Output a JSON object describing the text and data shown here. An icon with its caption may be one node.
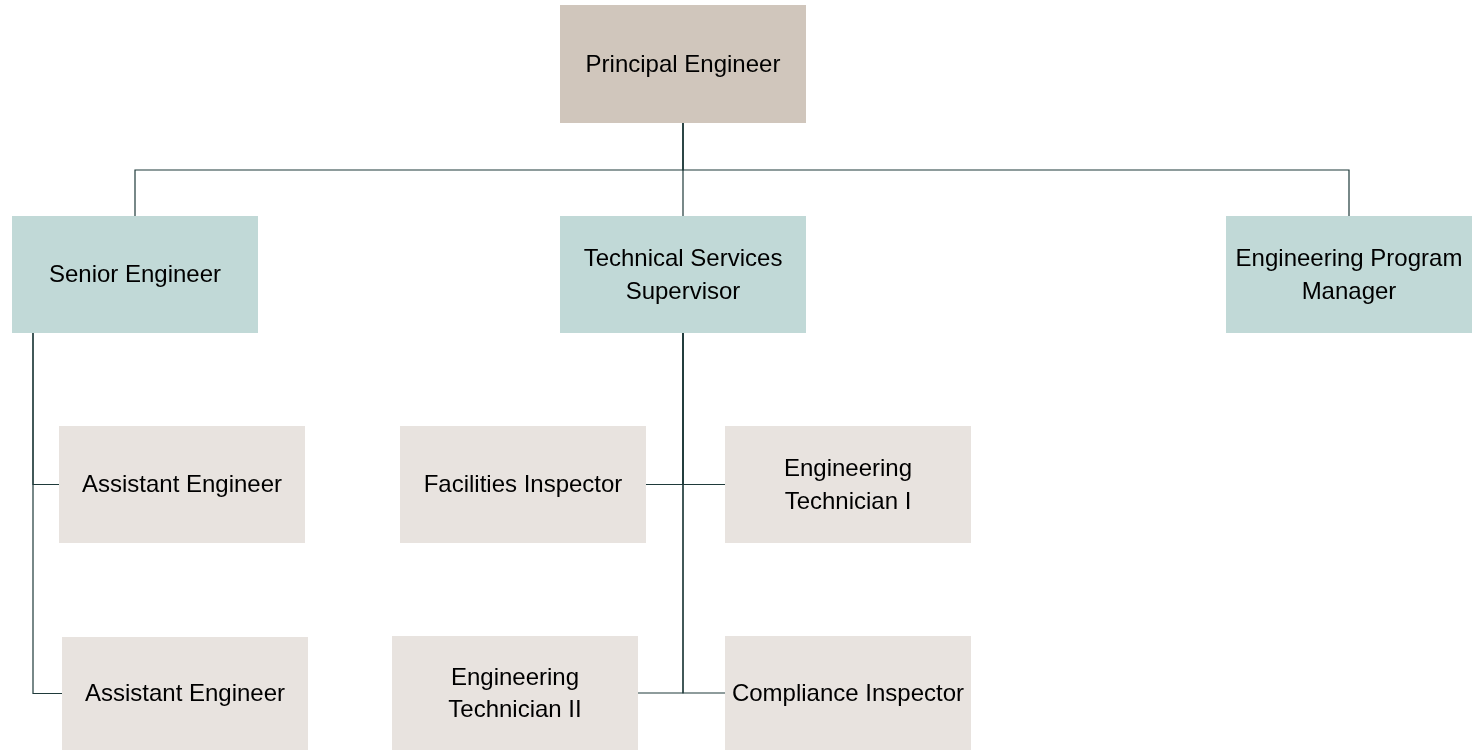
{
  "diagram": {
    "nodes": [
      {
        "text": [
          "Principal Engineer"
        ]
      },
      {
        "text": [
          "Senior Engineer"
        ]
      },
      {
        "text": [
          "Technical Services Supervisor"
        ]
      },
      {
        "text": [
          "Engineering Program Manager"
        ]
      },
      {
        "text": [
          "Assistant Engineer"
        ]
      },
      {
        "text": [
          "Assistant Engineer"
        ]
      },
      {
        "text": [
          "Facilities Inspector"
        ]
      },
      {
        "text": [
          "Engineering Technician I"
        ]
      },
      {
        "text": [
          "Engineering Technician II"
        ]
      },
      {
        "text": [
          "Compliance Inspector"
        ]
      }
    ],
    "edges": [
      {
        "from": 0,
        "to": 1,
        "arrow": "none"
      },
      {
        "from": 0,
        "to": 2,
        "arrow": "none"
      },
      {
        "from": 0,
        "to": 3,
        "arrow": "none"
      },
      {
        "from": 1,
        "to": 4,
        "arrow": "none"
      },
      {
        "from": 1,
        "to": 5,
        "arrow": "none"
      },
      {
        "from": 2,
        "to": 6,
        "arrow": "none"
      },
      {
        "from": 2,
        "to": 7,
        "arrow": "none"
      },
      {
        "from": 2,
        "to": 8,
        "arrow": "none"
      },
      {
        "from": 2,
        "to": 9,
        "arrow": "none"
      }
    ]
  }
}
